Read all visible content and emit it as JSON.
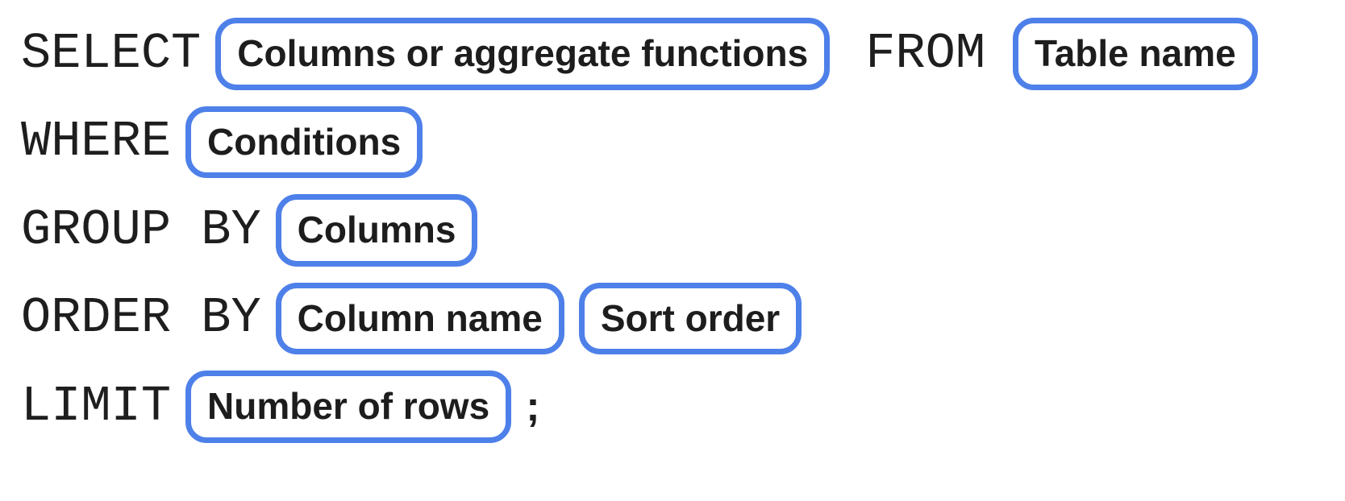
{
  "diagram": {
    "description": "SQL query syntax template",
    "colors": {
      "pill_border": "#4e80e9",
      "keyword_text": "#1e1e1e",
      "pill_text": "#1d1d1d",
      "background": "#ffffff"
    },
    "rows": [
      {
        "segments": [
          {
            "type": "keyword",
            "text": "SELECT"
          },
          {
            "type": "pill",
            "text": "Columns or aggregate functions"
          },
          {
            "type": "keyword",
            "text": "FROM"
          },
          {
            "type": "pill",
            "text": "Table name"
          }
        ]
      },
      {
        "segments": [
          {
            "type": "keyword",
            "text": "WHERE"
          },
          {
            "type": "pill",
            "text": "Conditions"
          }
        ]
      },
      {
        "segments": [
          {
            "type": "keyword",
            "text": "GROUP BY"
          },
          {
            "type": "pill",
            "text": "Columns"
          }
        ]
      },
      {
        "segments": [
          {
            "type": "keyword",
            "text": "ORDER BY"
          },
          {
            "type": "pill",
            "text": "Column name"
          },
          {
            "type": "pill",
            "text": "Sort order"
          }
        ]
      },
      {
        "segments": [
          {
            "type": "keyword",
            "text": "LIMIT"
          },
          {
            "type": "pill",
            "text": "Number of rows"
          },
          {
            "type": "punct",
            "text": ";"
          }
        ]
      }
    ]
  }
}
